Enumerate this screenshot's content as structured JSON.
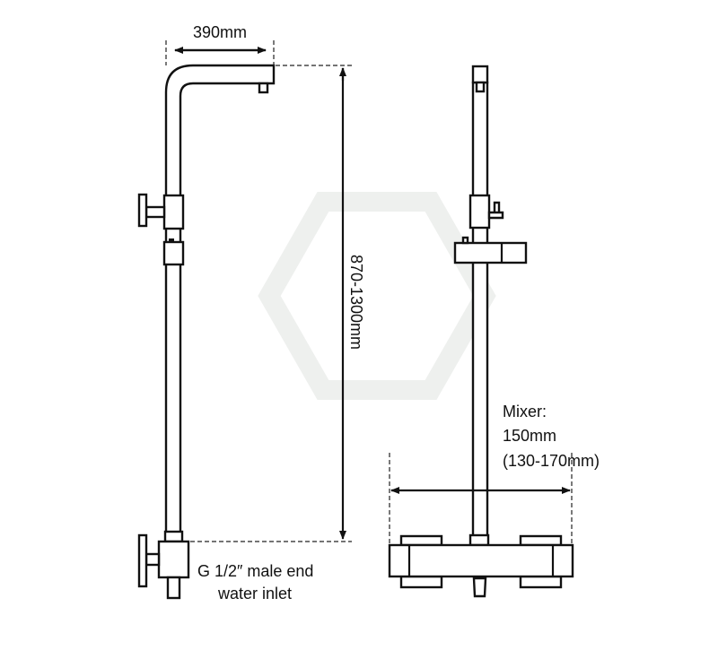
{
  "diagram": {
    "left_view": {
      "width_label": "390mm",
      "height_label": "870-1300mm",
      "inlet_label_line1": "G 1/2″  male end",
      "inlet_label_line2": "water inlet"
    },
    "right_view": {
      "mixer_label": "Mixer:",
      "mixer_size": "150mm",
      "mixer_range": "(130-170mm)"
    }
  }
}
